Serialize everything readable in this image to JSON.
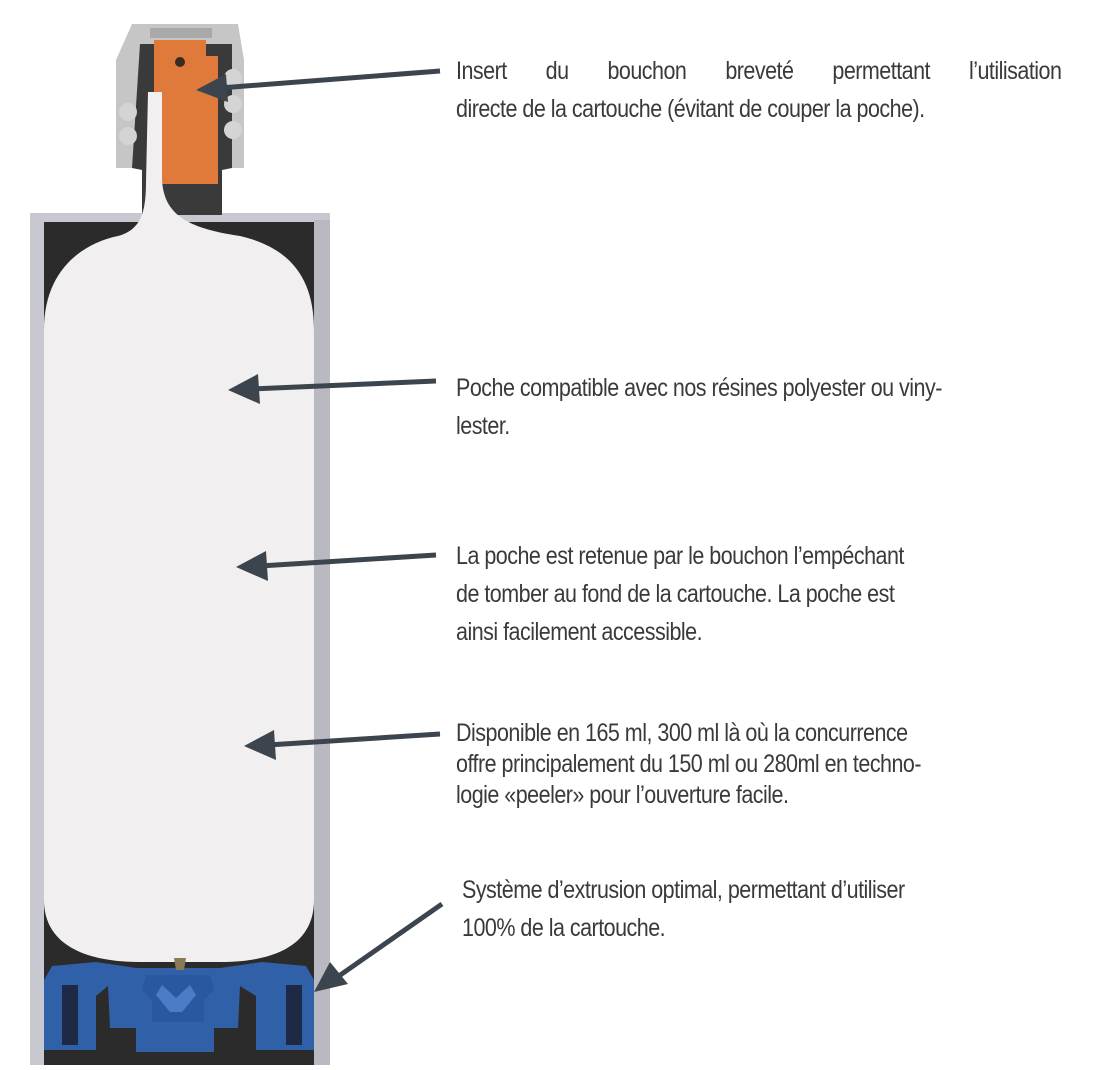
{
  "colors": {
    "outer_wall": "#c8c8d0",
    "outer_wall_edge": "#b4b4bc",
    "cavity": "#2b2b2b",
    "pouch": "#f2eff0",
    "cap_grey": "#c6c6c6",
    "insert_orange": "#e07a3a",
    "piston_blue": "#3060a8",
    "arrow": "#3c454d",
    "text": "#3a3a3a"
  },
  "annotations": [
    {
      "id": "cap-insert",
      "lines": [
        "Insert du bouchon breveté permettant l’utilisation",
        "directe de la cartouche (évitant de couper la poche)."
      ]
    },
    {
      "id": "pouch-compatibility",
      "lines": [
        "Poche compatible avec nos résines polyester ou viny-",
        "lester."
      ]
    },
    {
      "id": "pouch-retained",
      "lines": [
        "La poche est retenue par le bouchon l’empéchant",
        "de tomber au fond de la cartouche. La poche est",
        "ainsi facilement accessible."
      ]
    },
    {
      "id": "volumes",
      "lines": [
        "Disponible en 165 ml, 300 ml là où la concurrence",
        "offre principalement du 150 ml ou 280ml en  techno-",
        "logie «peeler» pour l’ouverture facile."
      ]
    },
    {
      "id": "extrusion",
      "lines": [
        "Système d’extrusion optimal, permettant d’utiliser",
        "100% de la cartouche."
      ]
    }
  ]
}
